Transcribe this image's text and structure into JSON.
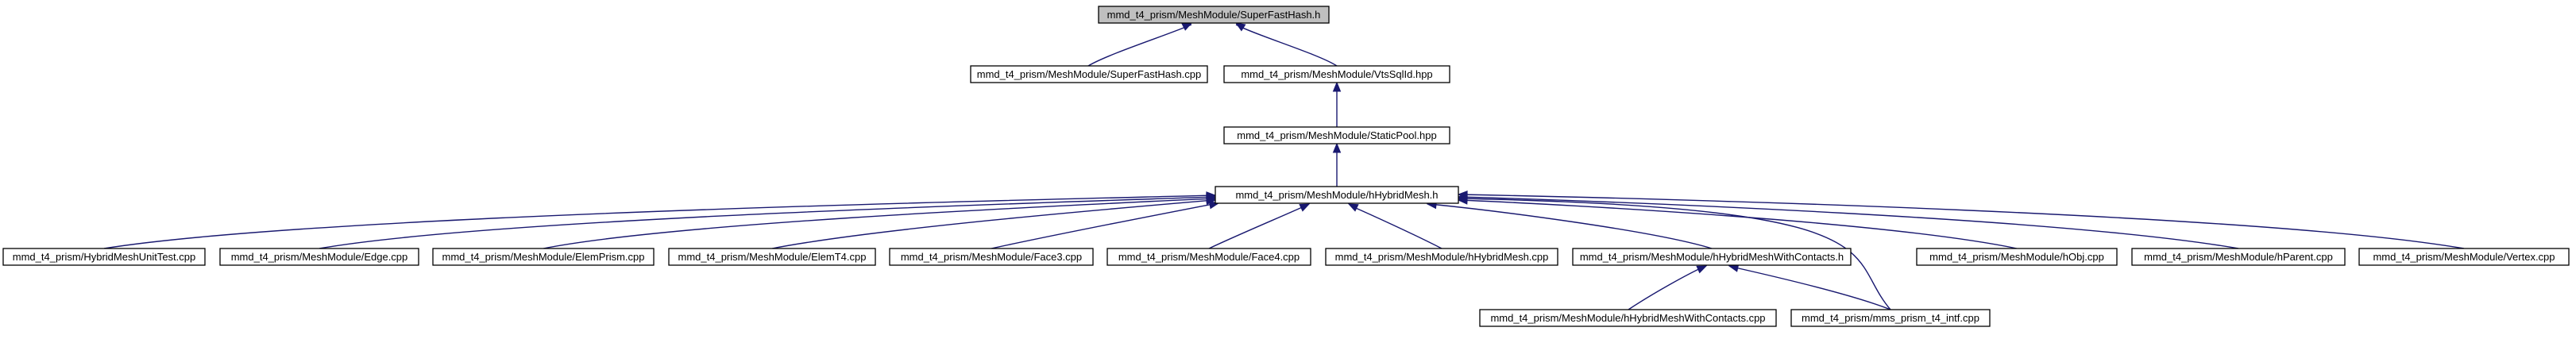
{
  "diagram": {
    "type": "include-dependency-graph",
    "colors": {
      "edge": "#191970",
      "root_fill": "#bfbfbf",
      "node_fill": "#ffffff",
      "border": "#000000"
    },
    "nodes": [
      {
        "id": "superfasthash_h",
        "label": "mmd_t4_prism/MeshModule/SuperFastHash.h",
        "root": true
      },
      {
        "id": "superfasthash_cpp",
        "label": "mmd_t4_prism/MeshModule/SuperFastHash.cpp"
      },
      {
        "id": "vtssqlid_hpp",
        "label": "mmd_t4_prism/MeshModule/VtsSqlId.hpp"
      },
      {
        "id": "staticpool_hpp",
        "label": "mmd_t4_prism/MeshModule/StaticPool.hpp"
      },
      {
        "id": "hhybridmesh_h",
        "label": "mmd_t4_prism/MeshModule/hHybridMesh.h"
      },
      {
        "id": "hybridmeshunittest_cpp",
        "label": "mmd_t4_prism/HybridMeshUnitTest.cpp"
      },
      {
        "id": "edge_cpp",
        "label": "mmd_t4_prism/MeshModule/Edge.cpp"
      },
      {
        "id": "elemprism_cpp",
        "label": "mmd_t4_prism/MeshModule/ElemPrism.cpp"
      },
      {
        "id": "elemt4_cpp",
        "label": "mmd_t4_prism/MeshModule/ElemT4.cpp"
      },
      {
        "id": "face3_cpp",
        "label": "mmd_t4_prism/MeshModule/Face3.cpp"
      },
      {
        "id": "face4_cpp",
        "label": "mmd_t4_prism/MeshModule/Face4.cpp"
      },
      {
        "id": "hhybridmesh_cpp",
        "label": "mmd_t4_prism/MeshModule/hHybridMesh.cpp"
      },
      {
        "id": "hhybridmeshwithcontacts_h",
        "label": "mmd_t4_prism/MeshModule/hHybridMeshWithContacts.h"
      },
      {
        "id": "hobj_cpp",
        "label": "mmd_t4_prism/MeshModule/hObj.cpp"
      },
      {
        "id": "hparent_cpp",
        "label": "mmd_t4_prism/MeshModule/hParent.cpp"
      },
      {
        "id": "vertex_cpp",
        "label": "mmd_t4_prism/MeshModule/Vertex.cpp"
      },
      {
        "id": "hhybridmeshwithcontacts_cpp",
        "label": "mmd_t4_prism/MeshModule/hHybridMeshWithContacts.cpp"
      },
      {
        "id": "mms_prism_t4_intf_cpp",
        "label": "mmd_t4_prism/mms_prism_t4_intf.cpp"
      }
    ],
    "edges": [
      {
        "from": "superfasthash_cpp",
        "to": "superfasthash_h"
      },
      {
        "from": "vtssqlid_hpp",
        "to": "superfasthash_h"
      },
      {
        "from": "staticpool_hpp",
        "to": "vtssqlid_hpp"
      },
      {
        "from": "hhybridmesh_h",
        "to": "staticpool_hpp"
      },
      {
        "from": "hybridmeshunittest_cpp",
        "to": "hhybridmesh_h"
      },
      {
        "from": "edge_cpp",
        "to": "hhybridmesh_h"
      },
      {
        "from": "elemprism_cpp",
        "to": "hhybridmesh_h"
      },
      {
        "from": "elemt4_cpp",
        "to": "hhybridmesh_h"
      },
      {
        "from": "face3_cpp",
        "to": "hhybridmesh_h"
      },
      {
        "from": "face4_cpp",
        "to": "hhybridmesh_h"
      },
      {
        "from": "hhybridmesh_cpp",
        "to": "hhybridmesh_h"
      },
      {
        "from": "hhybridmeshwithcontacts_h",
        "to": "hhybridmesh_h"
      },
      {
        "from": "hobj_cpp",
        "to": "hhybridmesh_h"
      },
      {
        "from": "hparent_cpp",
        "to": "hhybridmesh_h"
      },
      {
        "from": "vertex_cpp",
        "to": "hhybridmesh_h"
      },
      {
        "from": "mms_prism_t4_intf_cpp",
        "to": "hhybridmesh_h"
      },
      {
        "from": "hhybridmeshwithcontacts_cpp",
        "to": "hhybridmeshwithcontacts_h"
      },
      {
        "from": "mms_prism_t4_intf_cpp",
        "to": "hhybridmeshwithcontacts_h"
      }
    ]
  }
}
